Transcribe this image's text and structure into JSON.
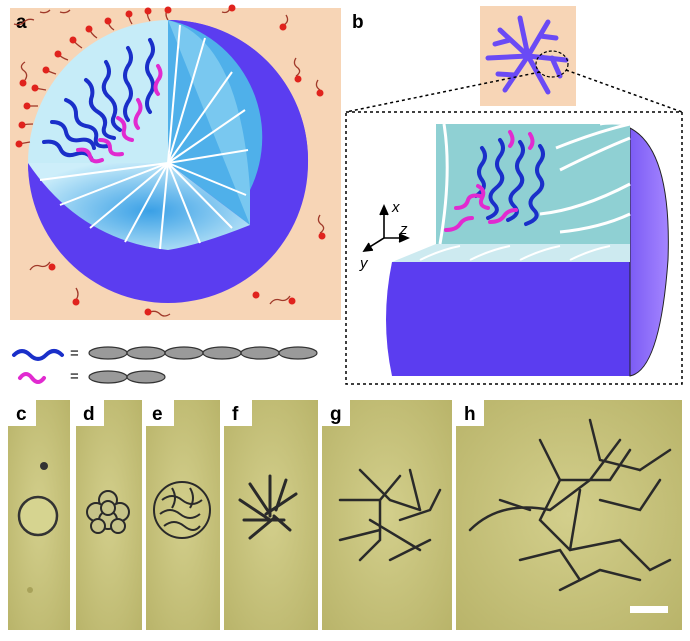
{
  "figure": {
    "panels": [
      {
        "id": "a",
        "label": "a"
      },
      {
        "id": "b",
        "label": "b"
      },
      {
        "id": "c",
        "label": "c"
      },
      {
        "id": "d",
        "label": "d"
      },
      {
        "id": "e",
        "label": "e"
      },
      {
        "id": "f",
        "label": "f"
      },
      {
        "id": "g",
        "label": "g"
      },
      {
        "id": "h",
        "label": "h"
      }
    ],
    "axes": {
      "x": "x",
      "y": "y",
      "z": "z"
    },
    "legend": {
      "long_equals": "=",
      "short_equals": "="
    },
    "colors": {
      "background": "#f7d5b6",
      "shell": "#5b3df0",
      "interior": "#bfe8f5",
      "long_chain": "#1a2fc9",
      "short_chain": "#e12ad0",
      "surfactant_head": "#e0231d",
      "micrograph": "#c7c27c"
    }
  }
}
